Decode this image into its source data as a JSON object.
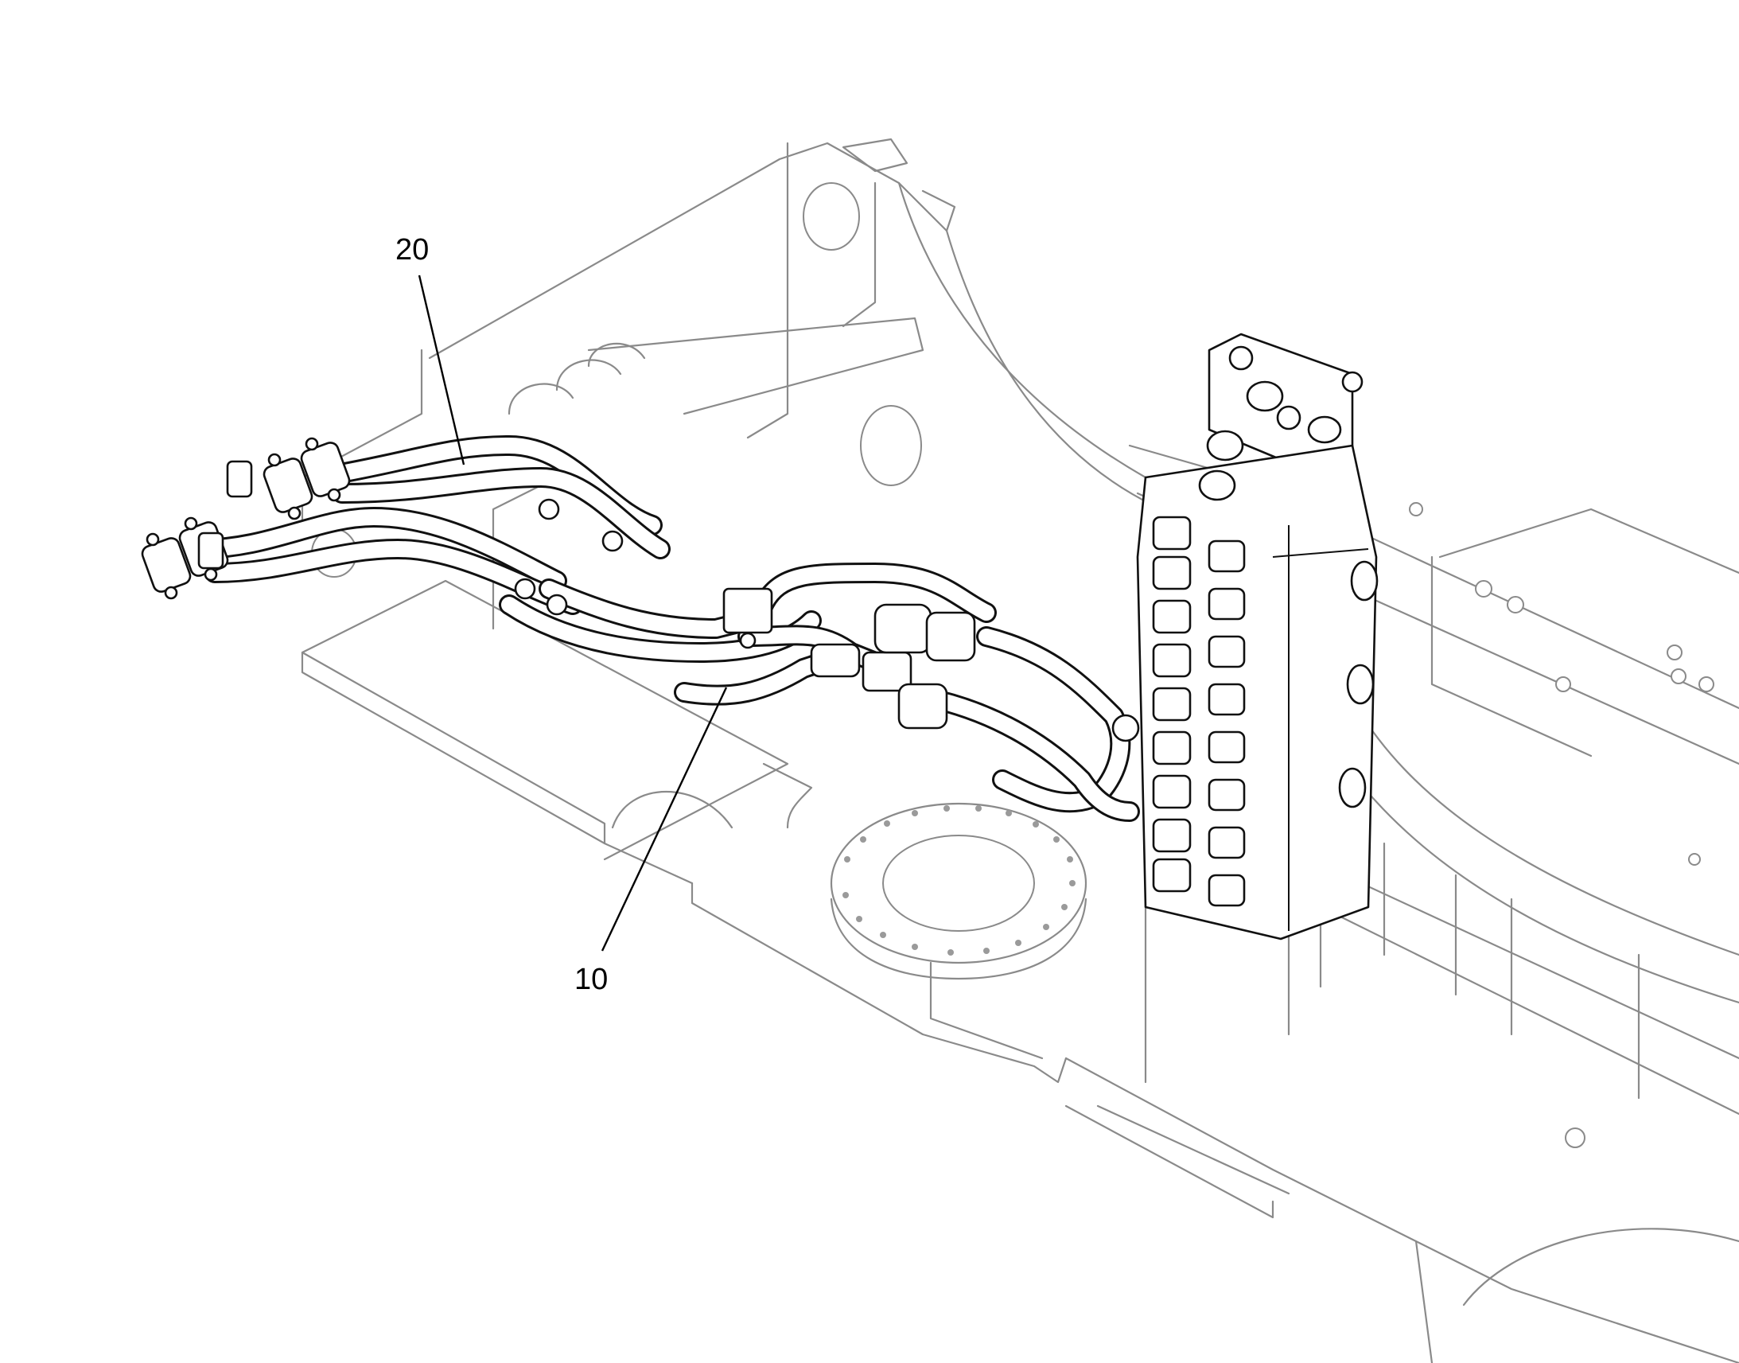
{
  "callouts": [
    {
      "id": "callout-20",
      "label": "20"
    },
    {
      "id": "callout-10",
      "label": "10"
    }
  ],
  "colors": {
    "frame": "#8a8a8a",
    "hose": "#111111",
    "background": "#ffffff"
  }
}
